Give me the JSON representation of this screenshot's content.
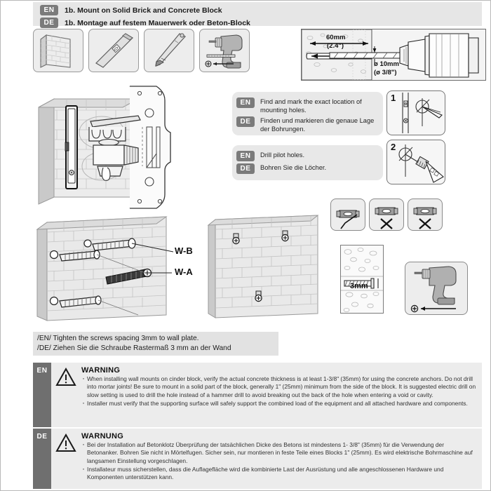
{
  "header": {
    "rows": [
      {
        "badge": "EN",
        "text": "1b. Mount on Solid Brick and Concrete Block"
      },
      {
        "badge": "DE",
        "text": "1b. Montage auf festem Mauerwerk oder Beton-Block"
      }
    ]
  },
  "tools": [
    {
      "name": "brick-wall-icon"
    },
    {
      "name": "spirit-level-icon"
    },
    {
      "name": "pencil-icon"
    },
    {
      "name": "power-drill-icon"
    }
  ],
  "depth_panel": {
    "depth_mm": "60mm",
    "depth_in": "(2.4\")",
    "dia_mm": "ø 10mm",
    "dia_in": "(ø 3/8\")"
  },
  "callouts": [
    {
      "rows": [
        {
          "badge": "EN",
          "text": "Find and mark the exact location of mounting holes."
        },
        {
          "badge": "DE",
          "text": "Finden und markieren die genaue Lage der Bohrungen."
        }
      ]
    },
    {
      "rows": [
        {
          "badge": "EN",
          "text": "Drill pilot holes."
        },
        {
          "badge": "DE",
          "text": "Bohren Sie die Löcher."
        }
      ]
    }
  ],
  "steps": [
    {
      "number": "1",
      "icon": "mark-hole-with-pencil-icon"
    },
    {
      "number": "2",
      "icon": "drill-pilot-hole-icon"
    }
  ],
  "check_row": [
    {
      "mark": "✓",
      "name": "anchor-placement-correct"
    },
    {
      "mark": "X",
      "name": "anchor-placement-wrong-1"
    },
    {
      "mark": "X",
      "name": "anchor-placement-wrong-2"
    }
  ],
  "part_labels": [
    {
      "code": "W-B",
      "name": "wall-anchor-label"
    },
    {
      "code": "W-A",
      "name": "wall-screw-label"
    }
  ],
  "spacing_detail": {
    "label": "3mm"
  },
  "tighten_band": {
    "en": "/EN/ Tighten the screws spacing 3mm to wall plate.",
    "de": "/DE/ Ziehen Sie die Schraube Rastermaß 3 mm an der Wand"
  },
  "warnings": [
    {
      "badge": "EN",
      "title": "WARNING",
      "items": [
        "When installing wall mounts on cinder block, verify the actual concrete thickness is at least 1-3/8\" (35mm) for using the concrete anchors. Do not drill into mortar joints! Be sure to mount in a solid part of the block, generally 1\" (25mm) minimum from the side of the block. It is suggested electric drill on slow setting is used to drill the hole instead of a hammer drill to avoid breaking out the back of the hole when entering a void or cavity.",
        "Installer must verify that the supporting surface will safely support the combined load of the equipment and all attached hardware and components."
      ]
    },
    {
      "badge": "DE",
      "title": "WARNUNG",
      "items": [
        "Bei der Installation auf Betonklotz Überprüfung der tatsächlichen Dicke des Betons ist mindestens 1- 3/8\" (35mm) für die Verwendung der Betonanker. Bohren Sie nicht in Mörtelfugen. Sicher sein, nur montieren in feste Teile eines Blocks 1\" (25mm). Es wird elektrische Bohrmaschine auf langsamen Einstellung vorgeschlagen.",
        "Installateur muss sicherstellen, dass die Auflagefläche wird die kombinierte Last der Ausrüstung und alle angeschlossenen Hardware und Komponenten unterstützen kann."
      ]
    }
  ],
  "colors": {
    "badge_gray": "#7b7b7b",
    "panel_gray": "#e6e6e6",
    "warn_tab": "#6f6f6f",
    "ink": "#1a1a1a"
  }
}
